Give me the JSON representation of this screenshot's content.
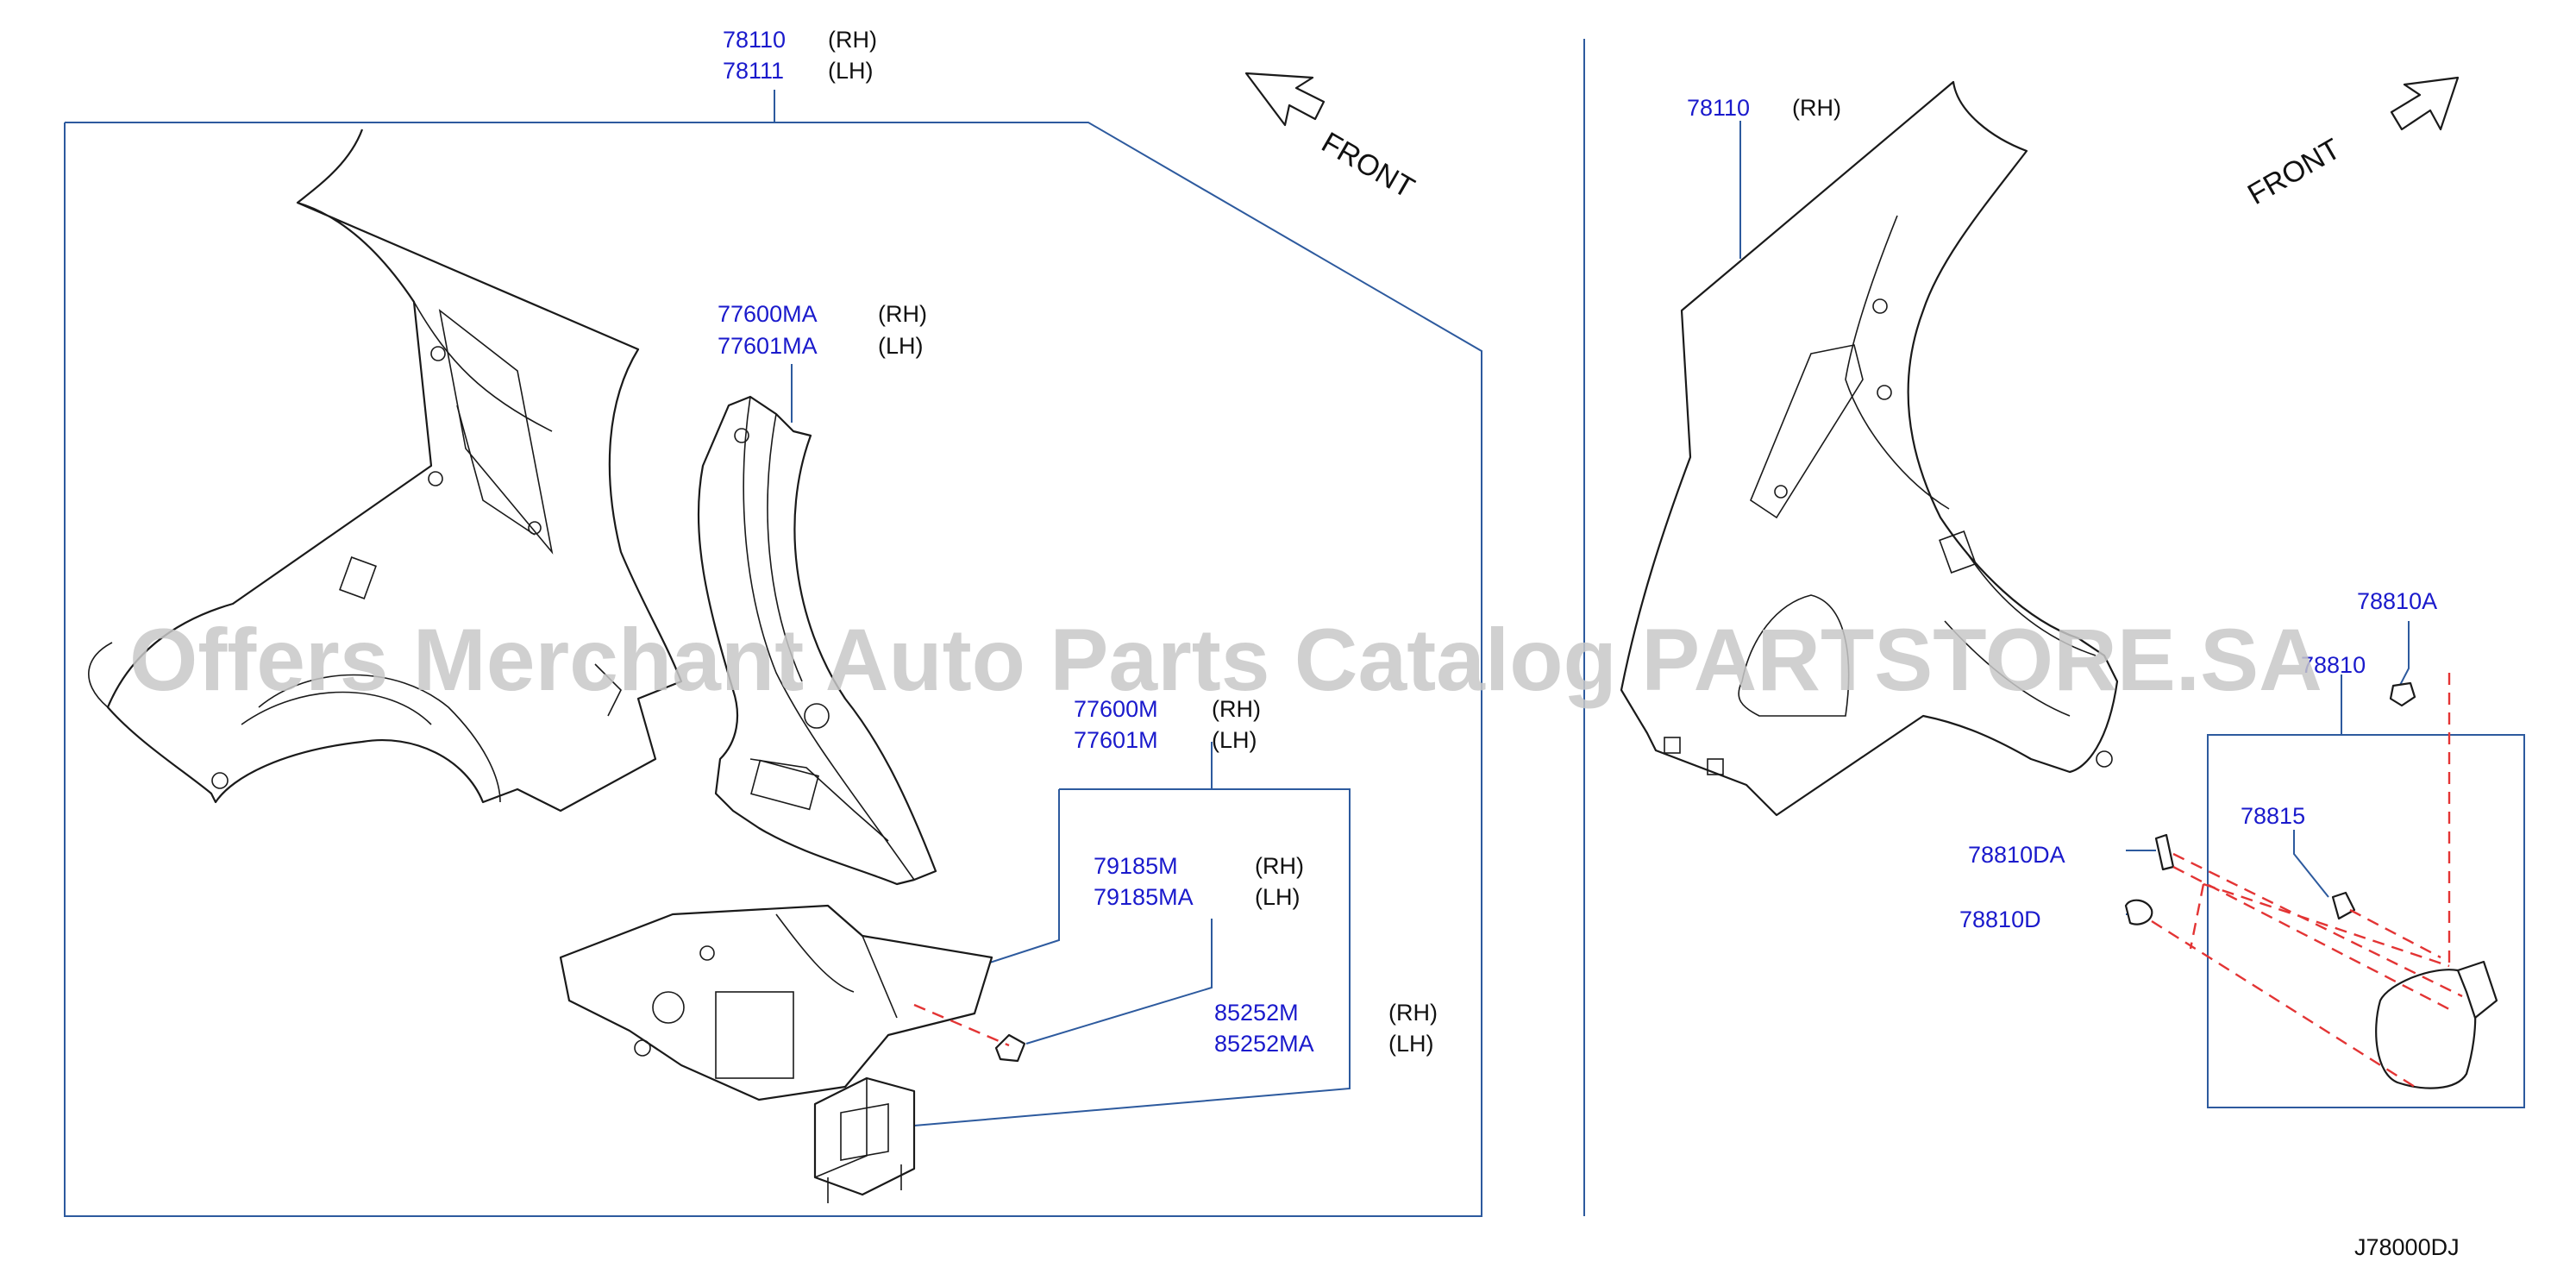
{
  "watermark": "Offers Merchant Auto Parts Catalog PARTSTORE.SA",
  "diagram_code": "J78000DJ",
  "front_label": "FRONT",
  "colors": {
    "part_number": "#1a1acc",
    "leader": "#2d5a9e",
    "dashed": "#e33434",
    "watermark": "#c8c8c8"
  },
  "left_panel": {
    "callouts": [
      {
        "rows": [
          {
            "part": "78110",
            "side": "(RH)"
          },
          {
            "part": "78111",
            "side": "(LH)"
          }
        ]
      },
      {
        "rows": [
          {
            "part": "77600MA",
            "side": "(RH)"
          },
          {
            "part": "77601MA",
            "side": "(LH)"
          }
        ]
      },
      {
        "rows": [
          {
            "part": "77600M",
            "side": "(RH)"
          },
          {
            "part": "77601M",
            "side": "(LH)"
          }
        ]
      },
      {
        "rows": [
          {
            "part": "79185M",
            "side": "(RH)"
          },
          {
            "part": "79185MA",
            "side": "(LH)"
          }
        ]
      },
      {
        "rows": [
          {
            "part": "85252M",
            "side": "(RH)"
          },
          {
            "part": "85252MA",
            "side": "(LH)"
          }
        ]
      }
    ]
  },
  "right_panel": {
    "callouts": [
      {
        "rows": [
          {
            "part": "78110",
            "side": "(RH)"
          }
        ]
      },
      {
        "rows": [
          {
            "part": "78810A"
          }
        ]
      },
      {
        "rows": [
          {
            "part": "78810"
          }
        ]
      },
      {
        "rows": [
          {
            "part": "78815"
          }
        ]
      },
      {
        "rows": [
          {
            "part": "78810DA"
          }
        ]
      },
      {
        "rows": [
          {
            "part": "78810D"
          }
        ]
      }
    ]
  }
}
